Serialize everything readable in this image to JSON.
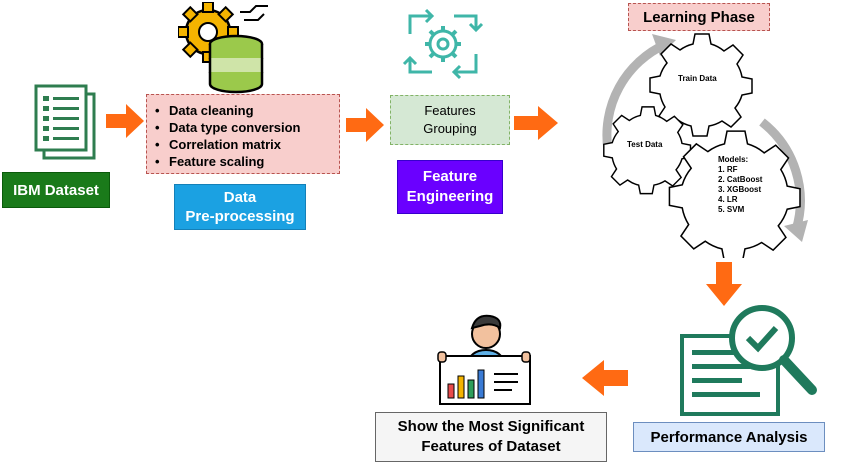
{
  "diagram": {
    "dataset": {
      "label": "IBM Dataset",
      "color": "#1a7a1a"
    },
    "preprocessing": {
      "steps": [
        "Data cleaning",
        "Data type conversion",
        "Correlation matrix",
        "Feature scaling"
      ],
      "title_line1": "Data",
      "title_line2": "Pre-processing",
      "box_color": "#f8cecc",
      "title_color": "#1ba1e2"
    },
    "feature_engineering": {
      "box_line1": "Features",
      "box_line2": "Grouping",
      "title_line1": "Feature",
      "title_line2": "Engineering",
      "box_color": "#d5e8d4",
      "title_color": "#6a00ff"
    },
    "learning": {
      "title": "Learning Phase",
      "title_color": "#f8cecc",
      "train_label": "Train Data",
      "test_label": "Test Data",
      "models_title": "Models:",
      "models": [
        "1. RF",
        "2. CatBoost",
        "3. XGBoost",
        "4. LR",
        "5. SVM"
      ]
    },
    "performance": {
      "label": "Performance Analysis",
      "color": "#dae8fc"
    },
    "significant": {
      "line1": "Show the Most Significant",
      "line2": "Features of Dataset",
      "color": "#f5f5f5"
    },
    "arrow_color": "#ff6a13",
    "icon_green": "#2e7d4f"
  }
}
